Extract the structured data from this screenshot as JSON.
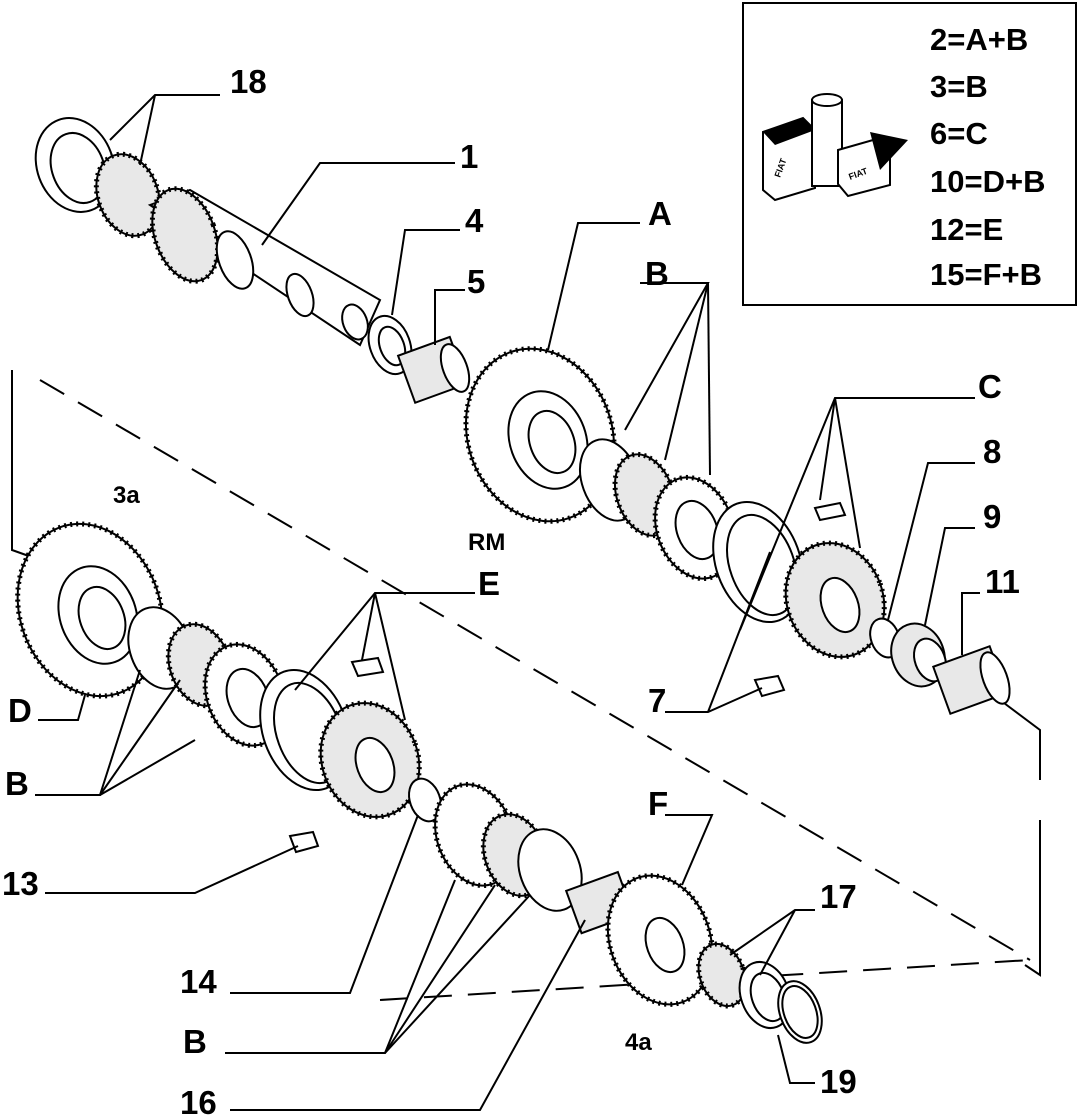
{
  "legend": {
    "lines": [
      "2=A+B",
      "3=B",
      "6=C",
      "10=D+B",
      "12=E",
      "15=F+B"
    ],
    "logo_text": [
      "FIAT",
      "FIAT"
    ]
  },
  "callouts": {
    "n1": "1",
    "n4": "4",
    "n5": "5",
    "n7": "7",
    "n8": "8",
    "n9": "9",
    "n11": "11",
    "n13": "13",
    "n14": "14",
    "n16": "16",
    "n17": "17",
    "n18": "18",
    "n19": "19",
    "A": "A",
    "B1": "B",
    "B2": "B",
    "B3": "B",
    "C": "C",
    "D": "D",
    "E": "E",
    "F": "F"
  },
  "group_labels": {
    "g3a": "3a",
    "gRM": "RM",
    "g4a": "4a"
  },
  "colors": {
    "ink": "#000000",
    "paper": "#ffffff"
  }
}
